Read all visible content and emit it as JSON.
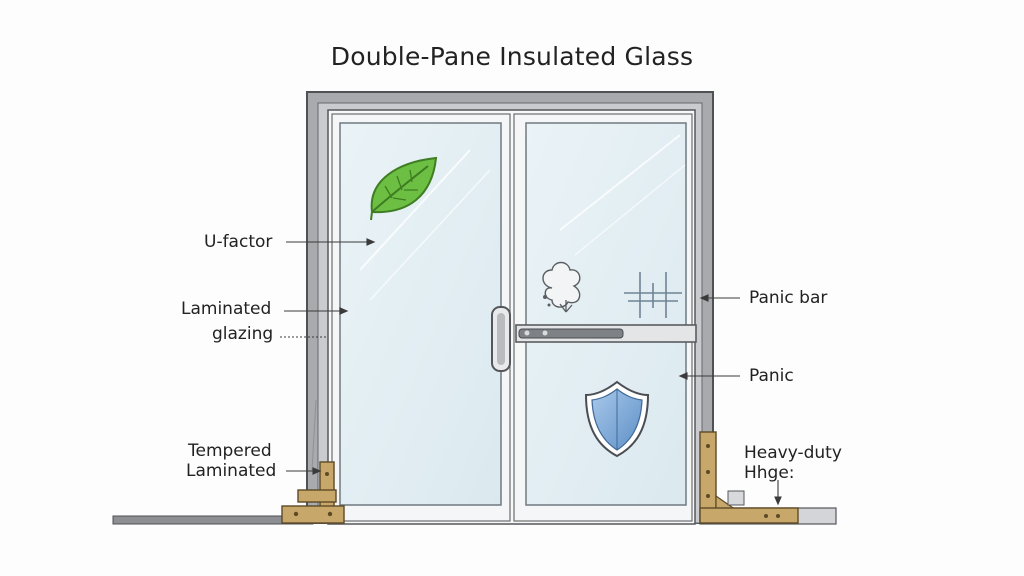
{
  "title": "Double-Pane  Insulated Glass",
  "labels": {
    "u_factor": "U-factor",
    "laminated_line1": "Laminated",
    "laminated_line2": "glazing",
    "tempered_line1": "Tempered",
    "tempered_line2": "Laminated",
    "panic_bar": "Panic bar",
    "panic": "Panic",
    "heavy_duty_line1": "Heavy-duty",
    "heavy_duty_line2": "Hhge:"
  },
  "icons": {
    "leaf": "leaf-icon",
    "shield": "shield-icon",
    "tree": "tree-icon",
    "crosshair": "crosshair-icon"
  },
  "colors": {
    "frame": "#9a9ca0",
    "frame_dark": "#5f6165",
    "glass": "#e2eef3",
    "leaf": "#6cbf43",
    "shield": "#7fa9d6",
    "hinge": "#c8a86a"
  }
}
